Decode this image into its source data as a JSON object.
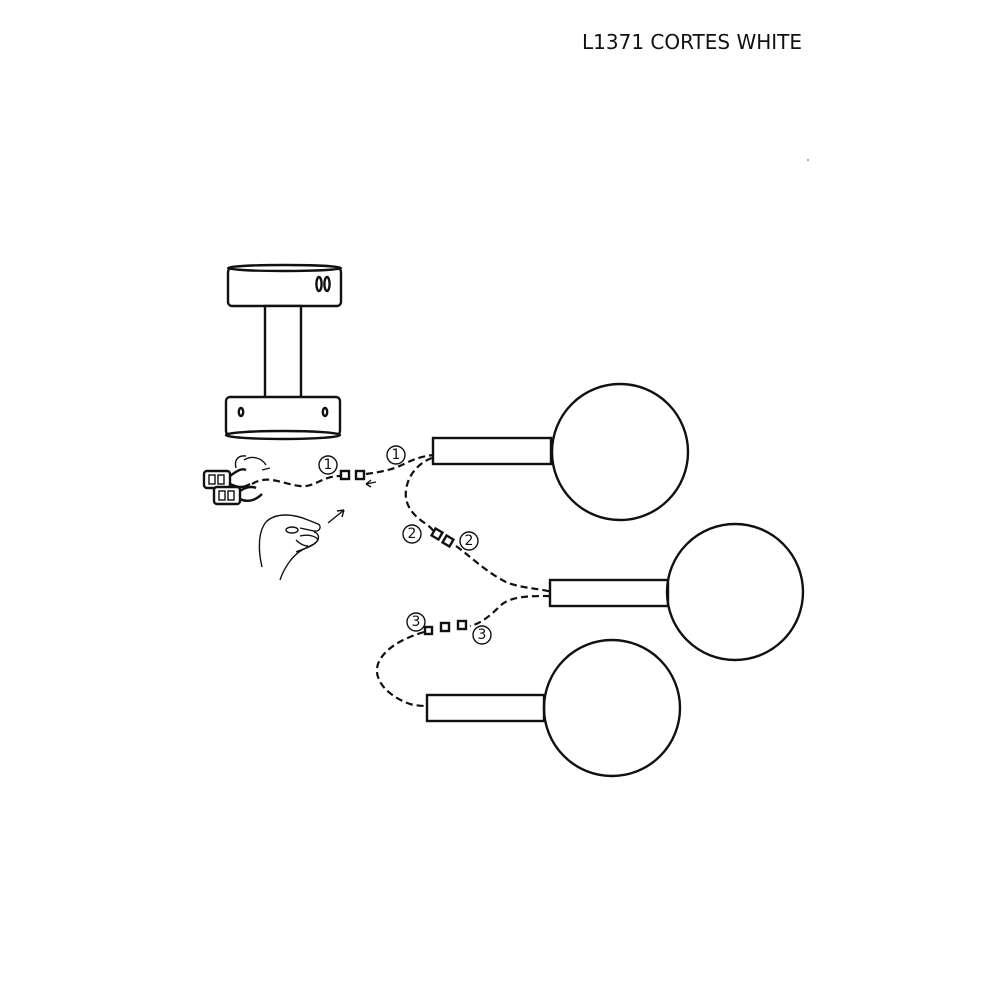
{
  "title": "L1371 CORTES WHITE",
  "step_markers": [
    "1",
    "1",
    "2",
    "2",
    "3",
    "3"
  ],
  "icons": {
    "canopy": "ceiling-canopy-icon",
    "connector": "terminal-connector-icon",
    "hand": "hand-icon",
    "lamp": "round-lamp-head-icon"
  },
  "colors": {
    "line": "#111111",
    "background": "#ffffff"
  }
}
